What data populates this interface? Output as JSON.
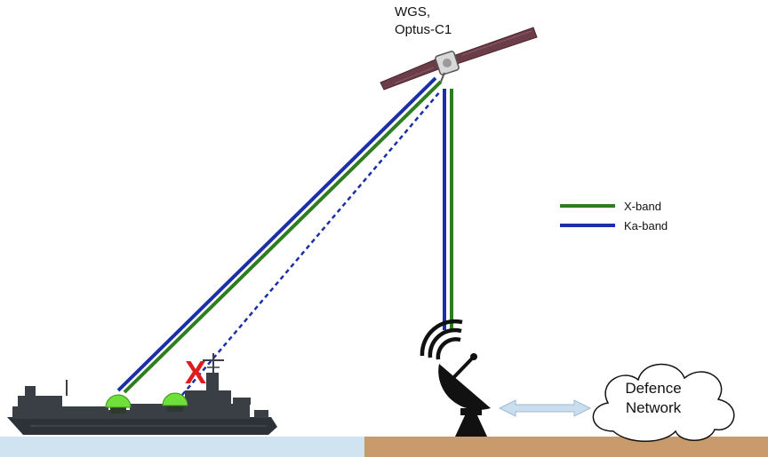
{
  "satellite": {
    "label_line1": "WGS,",
    "label_line2": "Optus-C1",
    "icon": "satellite-icon"
  },
  "legend": {
    "items": [
      {
        "label": "X-band",
        "color": "#2e7d1f"
      },
      {
        "label": "Ka-band",
        "color": "#1a2fa8"
      }
    ]
  },
  "failure_marker": {
    "symbol": "X",
    "color": "#e01b1b"
  },
  "network": {
    "line1": "Defence",
    "line2": "Network",
    "icon": "cloud-icon"
  },
  "colors": {
    "xband": "#2e7d1f",
    "kaband": "#1a2fa8",
    "sea": "#cfe3f1",
    "ground": "#c89a6c",
    "antenna_dome": "#6fe03a",
    "link_arrow": "#c9dff0"
  }
}
